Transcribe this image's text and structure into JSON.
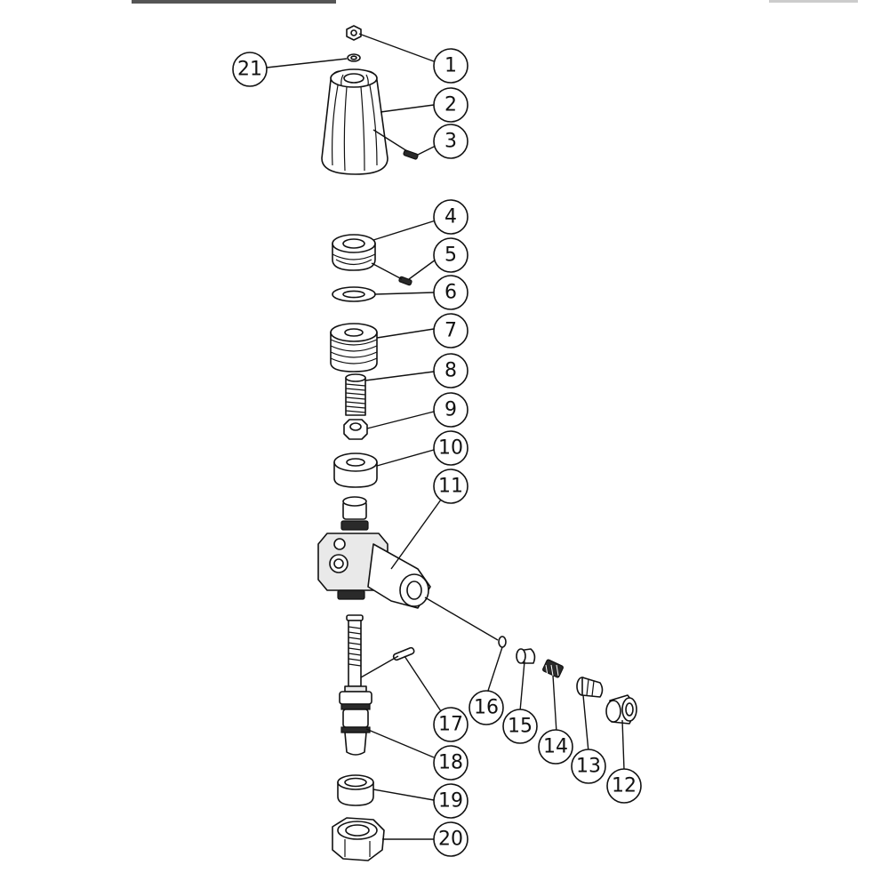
{
  "diagram": {
    "title": "",
    "callouts": [
      {
        "id": "1",
        "label": "1"
      },
      {
        "id": "2",
        "label": "2"
      },
      {
        "id": "3",
        "label": "3"
      },
      {
        "id": "4",
        "label": "4"
      },
      {
        "id": "5",
        "label": "5"
      },
      {
        "id": "6",
        "label": "6"
      },
      {
        "id": "7",
        "label": "7"
      },
      {
        "id": "8",
        "label": "8"
      },
      {
        "id": "9",
        "label": "9"
      },
      {
        "id": "10",
        "label": "10"
      },
      {
        "id": "11",
        "label": "11"
      },
      {
        "id": "12",
        "label": "12"
      },
      {
        "id": "13",
        "label": "13"
      },
      {
        "id": "14",
        "label": "14"
      },
      {
        "id": "15",
        "label": "15"
      },
      {
        "id": "16",
        "label": "16"
      },
      {
        "id": "17",
        "label": "17"
      },
      {
        "id": "18",
        "label": "18"
      },
      {
        "id": "19",
        "label": "19"
      },
      {
        "id": "20",
        "label": "20"
      },
      {
        "id": "21",
        "label": "21"
      }
    ],
    "colors": {
      "line": "#111111",
      "background": "#ffffff"
    }
  }
}
